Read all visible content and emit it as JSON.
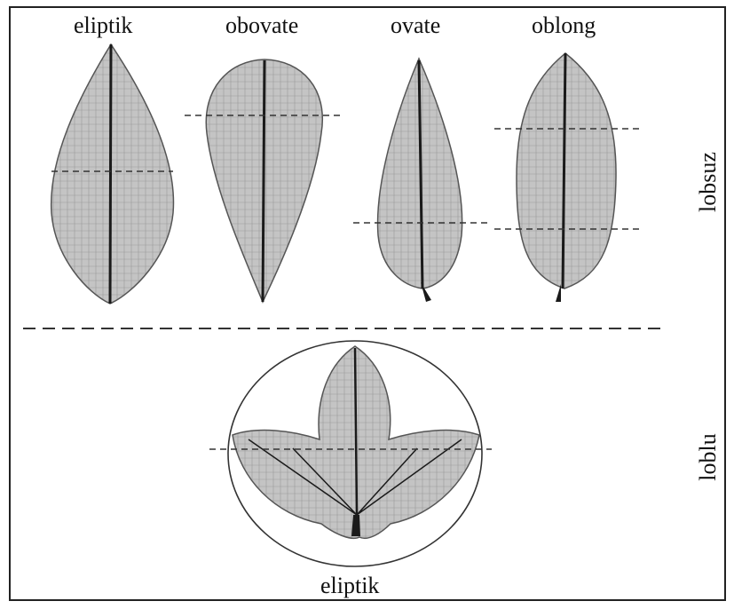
{
  "labels": {
    "leaf1": "eliptik",
    "leaf2": "obovate",
    "leaf3": "ovate",
    "leaf4": "oblong",
    "bottom_leaf": "eliptik",
    "row_top": "lobsuz",
    "row_bottom": "loblu"
  },
  "colors": {
    "leaf_fill": "#b9b9b9",
    "leaf_stroke": "#555555",
    "midrib": "#1a1a1a",
    "dash_line": "#333333"
  }
}
